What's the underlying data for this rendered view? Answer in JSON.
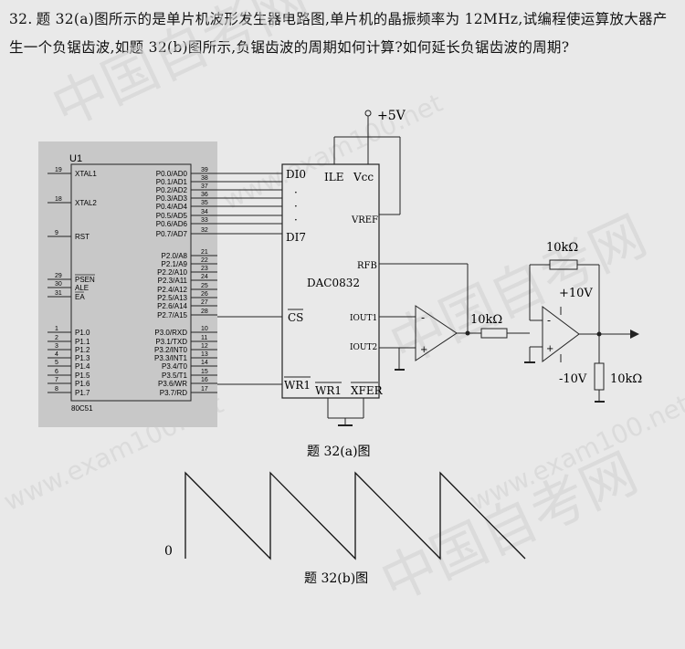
{
  "question": {
    "number": "32.",
    "text": "题 32(a)图所示的是单片机波形发生器电路图,单片机的晶振频率为 12MHz,试编程使运算放大器产生一个负锯齿波,如题 32(b)图所示,负锯齿波的周期如何计算?如何延长负锯齿波的周期?"
  },
  "mcu": {
    "ref": "U1",
    "part": "80C51",
    "left_pins": [
      {
        "num": "19",
        "name": "XTAL1"
      },
      {
        "num": "18",
        "name": "XTAL2"
      },
      {
        "num": "9",
        "name": "RST"
      },
      {
        "num": "29",
        "name": "PSEN"
      },
      {
        "num": "30",
        "name": "ALE"
      },
      {
        "num": "31",
        "name": "EA"
      },
      {
        "num": "1",
        "name": "P1.0"
      },
      {
        "num": "2",
        "name": "P1.1"
      },
      {
        "num": "3",
        "name": "P1.2"
      },
      {
        "num": "4",
        "name": "P1.3"
      },
      {
        "num": "5",
        "name": "P1.4"
      },
      {
        "num": "6",
        "name": "P1.5"
      },
      {
        "num": "7",
        "name": "P1.6"
      },
      {
        "num": "8",
        "name": "P1.7"
      }
    ],
    "right_pins": [
      {
        "num": "39",
        "name": "P0.0/AD0"
      },
      {
        "num": "38",
        "name": "P0.1/AD1"
      },
      {
        "num": "37",
        "name": "P0.2/AD2"
      },
      {
        "num": "36",
        "name": "P0.3/AD3"
      },
      {
        "num": "35",
        "name": "P0.4/AD4"
      },
      {
        "num": "34",
        "name": "P0.5/AD5"
      },
      {
        "num": "33",
        "name": "P0.6/AD6"
      },
      {
        "num": "32",
        "name": "P0.7/AD7"
      },
      {
        "num": "21",
        "name": "P2.0/A8"
      },
      {
        "num": "22",
        "name": "P2.1/A9"
      },
      {
        "num": "23",
        "name": "P2.2/A10"
      },
      {
        "num": "24",
        "name": "P2.3/A11"
      },
      {
        "num": "25",
        "name": "P2.4/A12"
      },
      {
        "num": "26",
        "name": "P2.5/A13"
      },
      {
        "num": "27",
        "name": "P2.6/A14"
      },
      {
        "num": "28",
        "name": "P2.7/A15"
      },
      {
        "num": "10",
        "name": "P3.0/RXD"
      },
      {
        "num": "11",
        "name": "P3.1/TXD"
      },
      {
        "num": "12",
        "name": "P3.2/INT0"
      },
      {
        "num": "13",
        "name": "P3.3/INT1"
      },
      {
        "num": "14",
        "name": "P3.4/T0"
      },
      {
        "num": "15",
        "name": "P3.5/T1"
      },
      {
        "num": "16",
        "name": "P3.6/WR"
      },
      {
        "num": "17",
        "name": "P3.7/RD"
      }
    ]
  },
  "dac": {
    "name": "DAC0832",
    "di0": "DI0",
    "di7": "DI7",
    "dots": "·",
    "ile": "ILE",
    "vcc": "Vcc",
    "vref": "VREF",
    "rfb": "RFB",
    "cs": "CS",
    "iout1": "IOUT1",
    "iout2": "IOUT2",
    "wr1": "WR1",
    "wr2": "WR1",
    "xfer": "XFER"
  },
  "power": {
    "supply": "+5V"
  },
  "opamp2": {
    "pos_supply": "+10V",
    "neg_supply": "-10V"
  },
  "resistors": {
    "r_in": "10kΩ",
    "r_feedback": "10kΩ",
    "r_load": "10kΩ"
  },
  "opamp_signs": {
    "minus": "-",
    "plus": "+"
  },
  "captions": {
    "fig_a": "题 32(a)图",
    "fig_b": "题 32(b)图"
  },
  "waveform": {
    "zero_label": "0",
    "cycles": 4
  },
  "watermark": {
    "site": "www.exam100.net",
    "brand": "中国自考网"
  }
}
